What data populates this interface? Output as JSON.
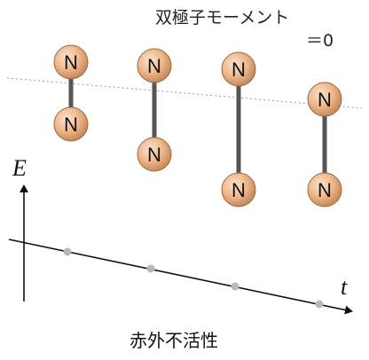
{
  "annotation": {
    "line1": "双極子モーメント",
    "line2": "＝0"
  },
  "axes": {
    "y_label": "E",
    "x_label": "t"
  },
  "caption": "赤外不活性",
  "atom_symbol": "N",
  "colors": {
    "atom_fill": "#efb98c",
    "atom_edge": "#9a6a42",
    "bond": "#555555",
    "dotted_line": "#9a9a9a",
    "axis": "#111111",
    "energy_point": "#b8b8b8"
  }
}
